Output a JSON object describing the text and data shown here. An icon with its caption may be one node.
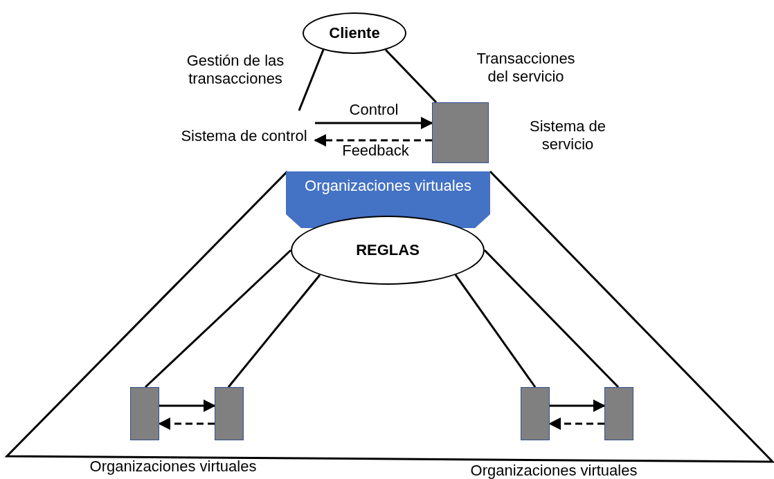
{
  "diagram": {
    "nodes": [
      {
        "text": [
          "Cliente"
        ]
      },
      {
        "text": [
          "Sistema de control"
        ]
      },
      {
        "text": [],
        "shape": "box",
        "beside": [
          "Sistema de servicio"
        ]
      },
      {
        "text": [
          "Organizaciones virtuales"
        ]
      },
      {
        "text": [
          "REGLAS"
        ]
      },
      {
        "text": [],
        "shape": "box"
      },
      {
        "text": [],
        "shape": "box"
      },
      {
        "text": [],
        "shape": "box"
      },
      {
        "text": [],
        "shape": "box"
      }
    ],
    "edges": [
      {
        "from": 0,
        "to": 1,
        "arrow": "none",
        "label": "Gestión de las transacciones"
      },
      {
        "from": 0,
        "to": 2,
        "arrow": "none",
        "label": "Transacciones del servicio"
      },
      {
        "from": 1,
        "to": 2,
        "arrow": "to",
        "label": "Control"
      },
      {
        "from": 2,
        "to": 1,
        "arrow": "to",
        "style": "dashed",
        "label": "Feedback"
      },
      {
        "from": 4,
        "to": 5,
        "arrow": "none"
      },
      {
        "from": 4,
        "to": 6,
        "arrow": "none"
      },
      {
        "from": 4,
        "to": 7,
        "arrow": "none"
      },
      {
        "from": 4,
        "to": 8,
        "arrow": "none"
      },
      {
        "from": 5,
        "to": 6,
        "arrow": "to"
      },
      {
        "from": 6,
        "to": 5,
        "arrow": "to",
        "style": "dashed"
      },
      {
        "from": 7,
        "to": 8,
        "arrow": "to"
      },
      {
        "from": 8,
        "to": 7,
        "arrow": "to",
        "style": "dashed"
      }
    ],
    "labels": [
      "Organizaciones virtuales",
      "Organizaciones virtuales"
    ]
  }
}
